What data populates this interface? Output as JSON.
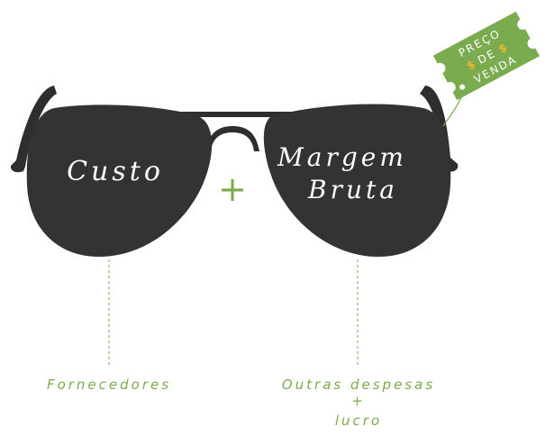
{
  "lenses": {
    "left": {
      "label": "Custo"
    },
    "right": {
      "line1": "Margem",
      "line2": "Bruta"
    }
  },
  "operator": "+",
  "tag": {
    "line1": "PREÇO",
    "line2": "DE",
    "line3": "VENDA",
    "currency": "$"
  },
  "bottom": {
    "left": "Fornecedores",
    "right_line1": "Outras despesas",
    "right_plus": "+",
    "right_line2": "lucro"
  },
  "colors": {
    "lens": "#333333",
    "frame": "#2e2e2e",
    "accent": "#7aab4f",
    "tag": "#7aab4f",
    "dollar": "#f2b632"
  }
}
